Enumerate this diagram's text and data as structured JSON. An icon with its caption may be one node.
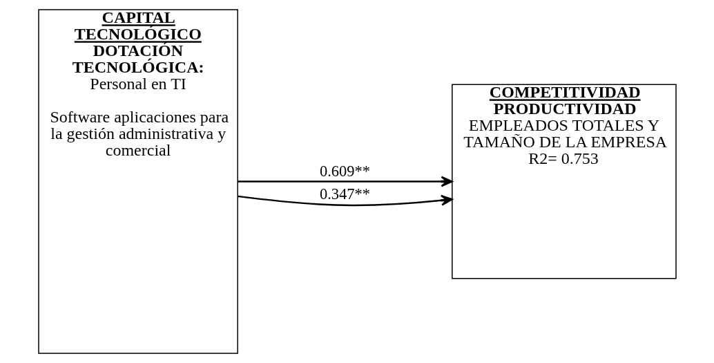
{
  "diagram": {
    "nodes": [
      {
        "text": [
          "CAPITAL TECNOLÓGICO",
          "DOTACIÓN TECNOLÓGICA:",
          "Personal en TI",
          "Software aplicaciones para la gestión administrativa y comercial"
        ]
      },
      {
        "text": [
          "COMPETITIVIDAD",
          "PRODUCTIVIDAD",
          "EMPLEADOS TOTALES Y TAMAÑO DE LA EMPRESA",
          "R2= 0.753"
        ]
      }
    ],
    "edges": [
      {
        "from": 0,
        "to": 1,
        "arrow": "to",
        "label": "0.609**"
      },
      {
        "from": 0,
        "to": 1,
        "arrow": "to",
        "label": "0.347**"
      }
    ]
  }
}
